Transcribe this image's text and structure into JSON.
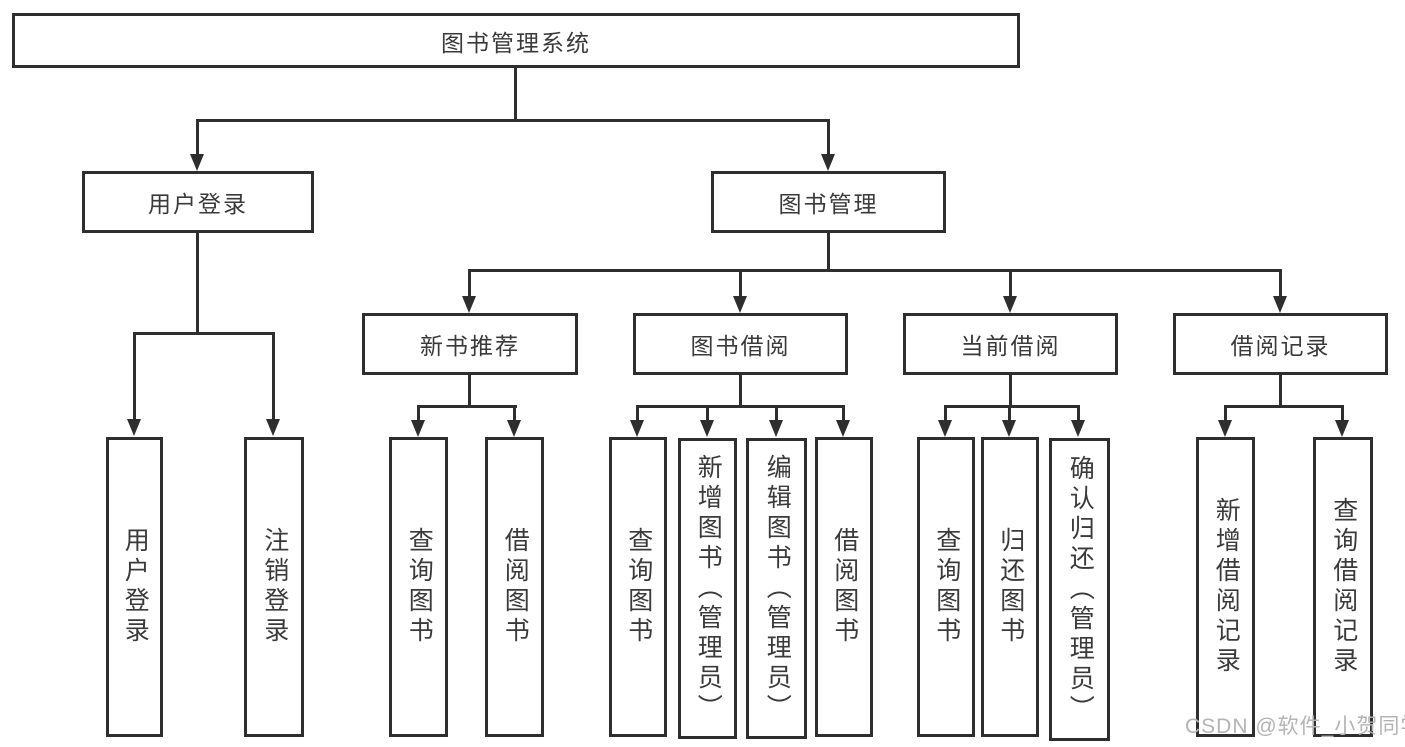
{
  "meta": {
    "colors": {
      "background": "#ffffff",
      "line": "#2e2e2e",
      "text": "#3a3a3a",
      "watermark": "#b4b4b4"
    }
  },
  "watermark": {
    "text": "CSDN @软件_小贺同学"
  },
  "tree": {
    "root": {
      "label": "图书管理系统",
      "children": [
        {
          "label": "用户登录",
          "children": [
            {
              "label": "用户登录"
            },
            {
              "label": "注销登录"
            }
          ]
        },
        {
          "label": "图书管理",
          "children": [
            {
              "label": "新书推荐",
              "children": [
                {
                  "label": "查询图书"
                },
                {
                  "label": "借阅图书"
                }
              ]
            },
            {
              "label": "图书借阅",
              "children": [
                {
                  "label": "查询图书"
                },
                {
                  "label": "新增图书（管理员）"
                },
                {
                  "label": "编辑图书（管理员）"
                },
                {
                  "label": "借阅图书"
                }
              ]
            },
            {
              "label": "当前借阅",
              "children": [
                {
                  "label": "查询图书"
                },
                {
                  "label": "归还图书"
                },
                {
                  "label": "确认归还（管理员）"
                }
              ]
            },
            {
              "label": "借阅记录",
              "children": [
                {
                  "label": "新增借阅记录"
                },
                {
                  "label": "查询借阅记录"
                }
              ]
            }
          ]
        }
      ]
    }
  }
}
